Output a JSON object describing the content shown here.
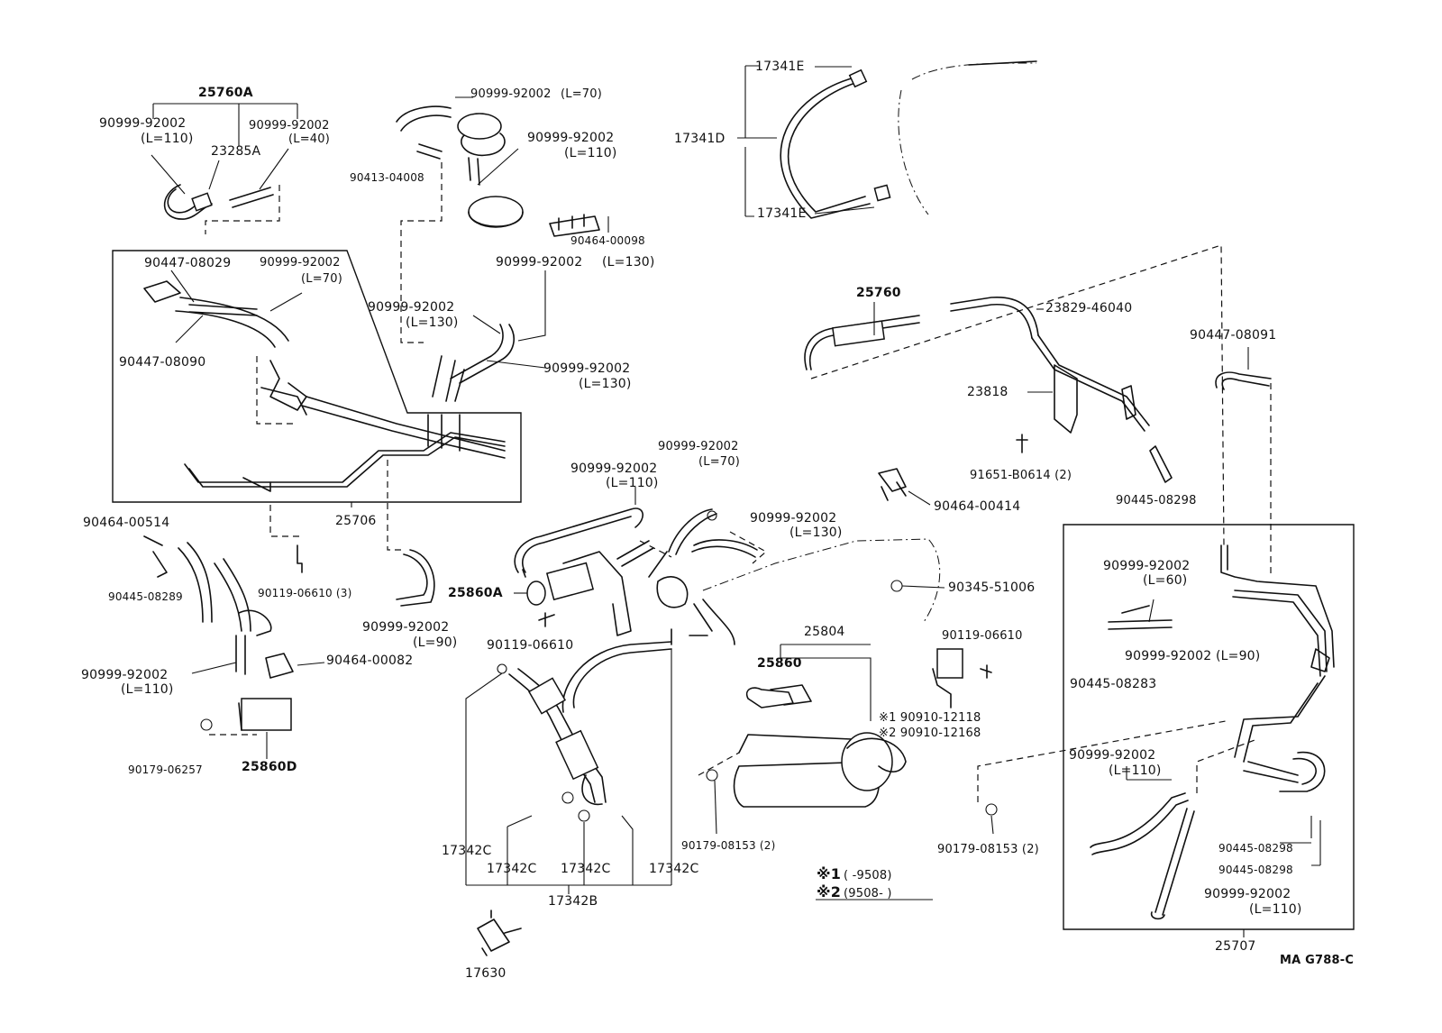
{
  "diagram": {
    "drawing_id": "MA G788-C",
    "labels": {
      "p25760A": "25760A",
      "h_110_a": "90999-92002",
      "h_110_a_len": "(L=110)",
      "p23285A": "23285A",
      "h_40": "90999-92002",
      "h_40_len": "(L=40)",
      "h_70_top": "90999-92002",
      "h_70_top_len": "(L=70)",
      "p90413": "90413-04008",
      "h_110_top": "90999-92002",
      "h_110_top_len": "(L=110)",
      "p90464_00098": "90464-00098",
      "h_130_a": "90999-92002",
      "h_130_a_len": "(L=130)",
      "p90447_08029": "90447-08029",
      "h_70_b": "90999-92002",
      "h_70_b_len": "(L=70)",
      "h_130_b": "90999-92002",
      "h_130_b_len": "(L=130)",
      "p90447_08090": "90447-08090",
      "h_130_c": "90999-92002",
      "h_130_c_len": "(L=130)",
      "p25706": "25706",
      "p90464_00514": "90464-00514",
      "p90445_08289": "90445-08289",
      "p90119_06610_3": "90119-06610  (3)",
      "h_90": "90999-92002",
      "h_90_len": "(L=90)",
      "p90464_00082": "90464-00082",
      "h_110_b": "90999-92002",
      "h_110_b_len": "(L=110)",
      "p90179_06257": "90179-06257",
      "p25860D": "25860D",
      "p17341E_top": "17341E",
      "p17341D": "17341D",
      "p17341E_bot": "17341E",
      "p25760": "25760",
      "p23829": "23829-46040",
      "p23818": "23818",
      "p91651": "91651-B0614 (2)",
      "p90445_08298_a": "90445-08298",
      "p90447_08091": "90447-08091",
      "p90464_00414": "90464-00414",
      "h_70_c": "90999-92002",
      "h_70_c_len": "(L=70)",
      "h_110_c": "90999-92002",
      "h_110_c_len": "(L=110)",
      "h_130_d": "90999-92002",
      "h_130_d_len": "(L=130)",
      "p25860A": "25860A",
      "p90119_06610_a": "90119-06610",
      "p90345": "90345-51006",
      "p25804": "25804",
      "p25860": "25860",
      "p90119_06610_b": "90119-06610",
      "note1": "※1 90910-12118",
      "note2": "※2 90910-12168",
      "p17342C_a": "17342C",
      "p17342C_b": "17342C",
      "p17342C_c": "17342C",
      "p17342C_d": "17342C",
      "p17342B": "17342B",
      "p17630": "17630",
      "p90179_08153_a": "90179-08153 (2)",
      "p90179_08153_b": "90179-08153 (2)",
      "h_60": "90999-92002",
      "h_60_len": "(L=60)",
      "h_90_b": "90999-92002  (L=90)",
      "p90445_08283": "90445-08283",
      "h_110_d": "90999-92002",
      "h_110_d_len": "(L=110)",
      "p90445_08298_b": "90445-08298",
      "p90445_08298_c": "90445-08298",
      "h_110_e": "90999-92002",
      "h_110_e_len": "(L=110)",
      "p25707": "25707",
      "legend1_key": "※1",
      "legend1_text": "(      -9508)",
      "legend2_key": "※2",
      "legend2_text": "(9508-      )"
    }
  }
}
